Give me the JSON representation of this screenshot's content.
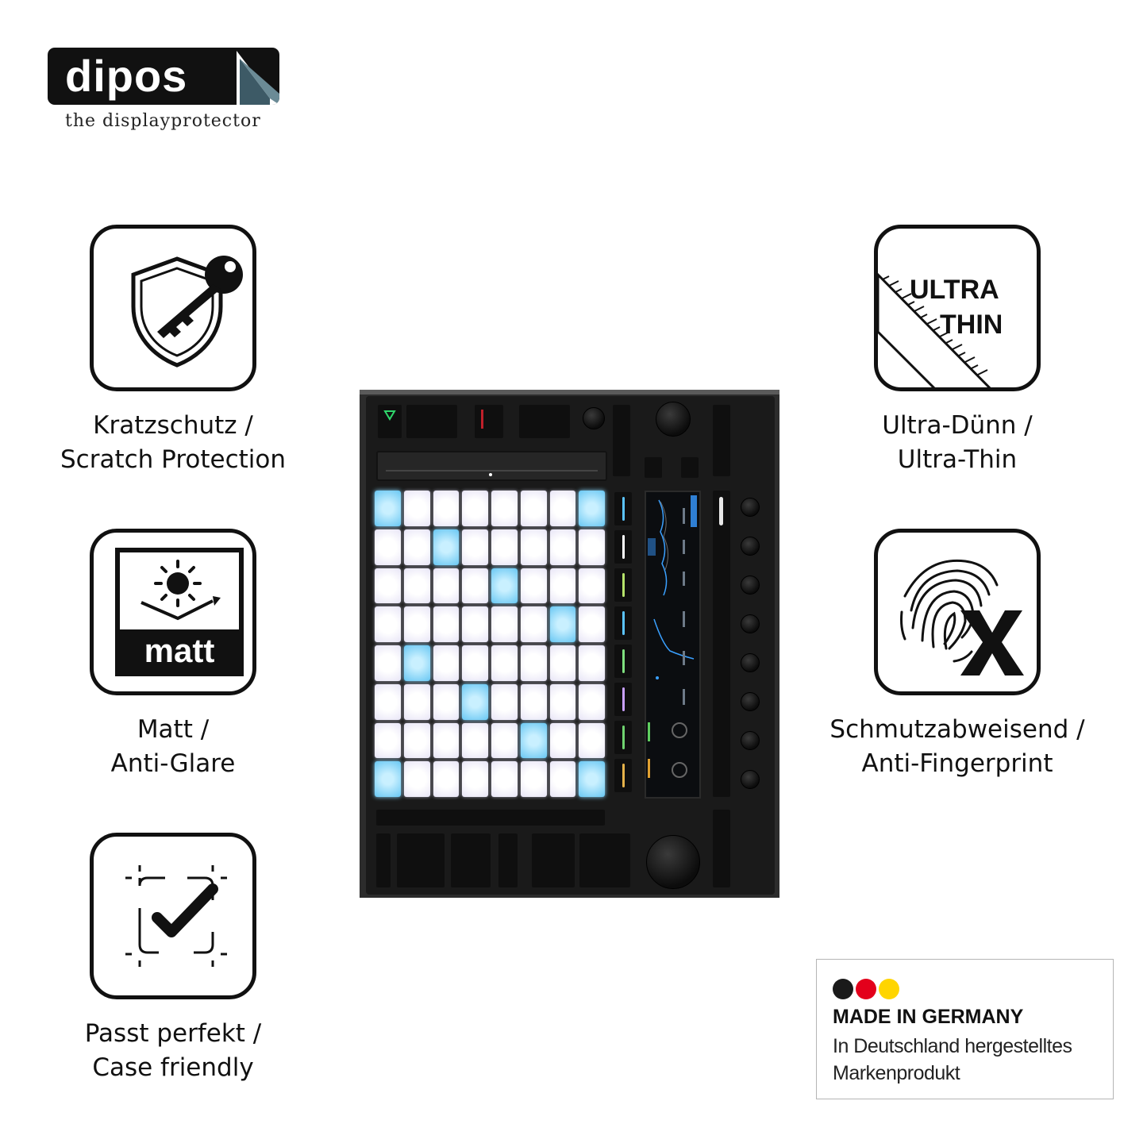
{
  "brand": {
    "name": "dipos",
    "tagline": "the displayprotector"
  },
  "features": [
    {
      "id": "scratch",
      "icon": "shield-key-icon",
      "line1": "Kratzschutz /",
      "line2": "Scratch Protection"
    },
    {
      "id": "matt",
      "icon": "sun-matt-icon",
      "icon_text": "matt",
      "line1": "Matt /",
      "line2": "Anti-Glare"
    },
    {
      "id": "case",
      "icon": "checkmark-frame-icon",
      "line1": "Passt perfekt /",
      "line2": "Case friendly"
    },
    {
      "id": "thin",
      "icon": "ruler-icon",
      "icon_text_1": "ULTRA",
      "icon_text_2": "THIN",
      "line1": "Ultra-Dünn /",
      "line2": "Ultra-Thin"
    },
    {
      "id": "fingerprint",
      "icon": "fingerprint-x-icon",
      "line1": "Schmutzabweisend /",
      "line2": "Anti-Fingerprint"
    }
  ],
  "badge": {
    "title": "MADE IN GERMANY",
    "line1": "In Deutschland hergestelltes",
    "line2": "Markenprodukt",
    "flag_colors": [
      "#1a1a1a",
      "#e3001b",
      "#ffd500"
    ]
  },
  "device": {
    "pad_rows": 8,
    "pad_cols": 8,
    "lit_pads": [
      [
        0,
        0
      ],
      [
        0,
        7
      ],
      [
        1,
        2
      ],
      [
        2,
        4
      ],
      [
        3,
        6
      ],
      [
        4,
        1
      ],
      [
        5,
        3
      ],
      [
        6,
        5
      ],
      [
        7,
        0
      ],
      [
        7,
        7
      ]
    ],
    "lit_color": "#68c7f3",
    "pad_color": "#ffffff"
  }
}
